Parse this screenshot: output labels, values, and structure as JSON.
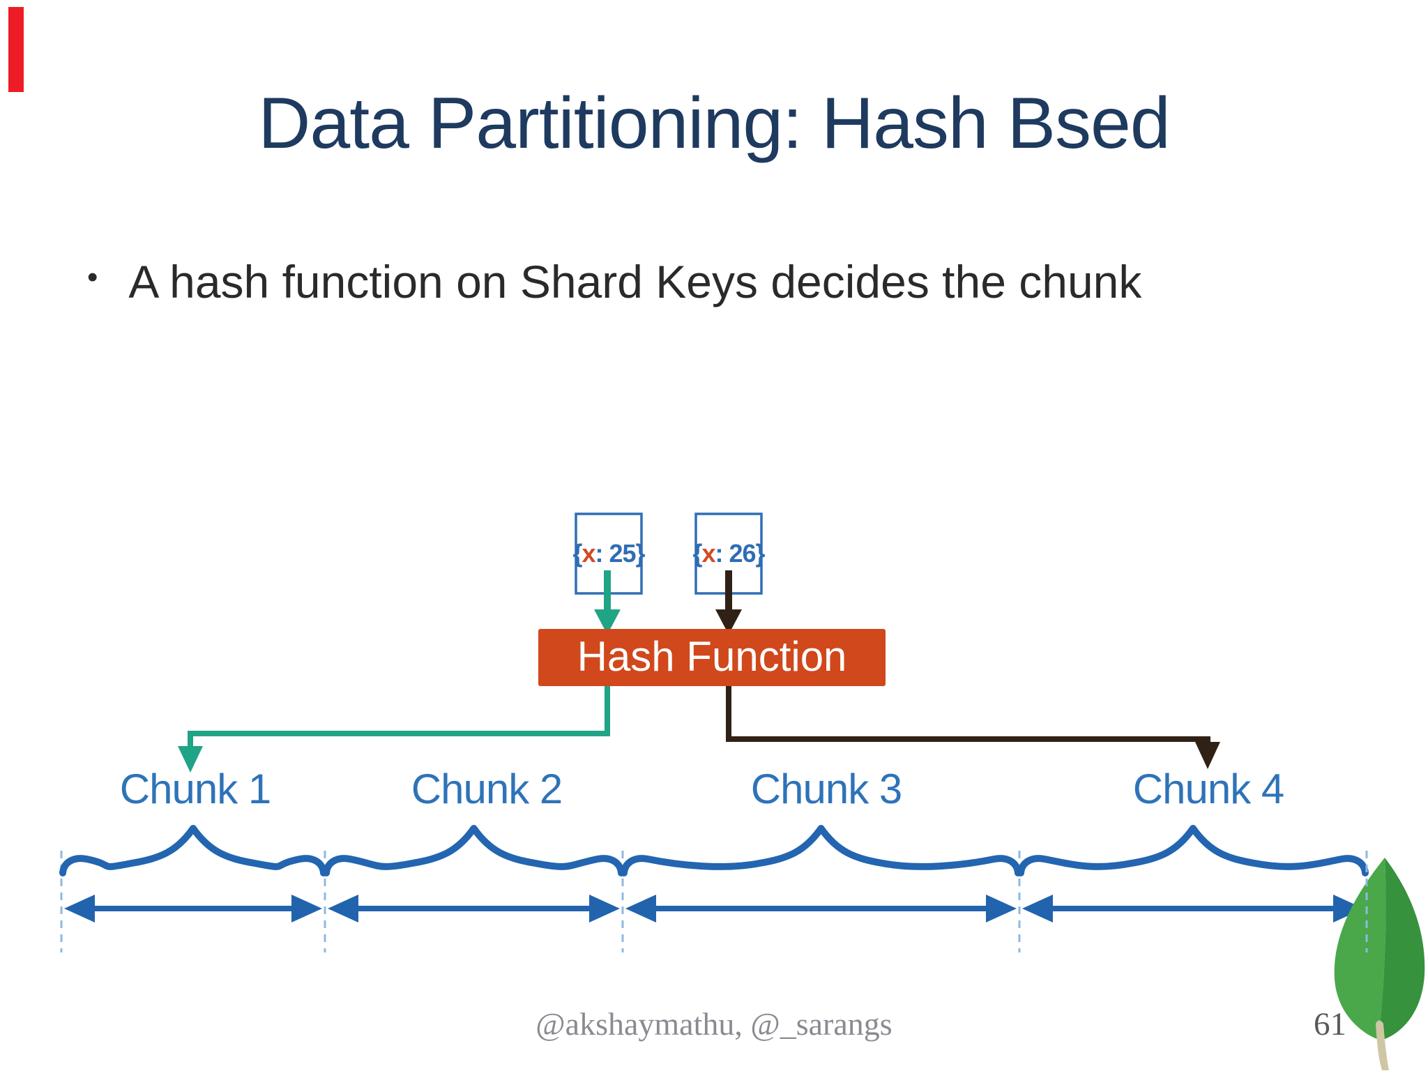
{
  "slide": {
    "title": "Data Partitioning: Hash Bsed",
    "bullet_marker": "•",
    "bullet": "A hash function on Shard Keys decides the chunk",
    "footer": "@akshaymathu, @_sarangs",
    "page_number": "61"
  },
  "diagram": {
    "documents": [
      {
        "open": "{",
        "key": "x",
        "rest": ": 25",
        "close": "}"
      },
      {
        "open": "{",
        "key": "x",
        "rest": ": 26",
        "close": "}"
      }
    ],
    "hash_box_label": "Hash Function",
    "chunks": [
      "Chunk 1",
      "Chunk 2",
      "Chunk 3",
      "Chunk 4"
    ],
    "logo": "mongodb-leaf"
  },
  "colors": {
    "title": "#1e3a5f",
    "body_text": "#2a2a2a",
    "red_marker": "#ee1c25",
    "hash_box": "#d0481c",
    "hash_box_text": "#ffffff",
    "doc_border": "#2f6fb5",
    "doc_text": "#2e6db4",
    "doc_key": "#d14a26",
    "teal_arrow": "#1fa485",
    "dark_arrow": "#2f2115",
    "chunk_label": "#2e73b8",
    "brace": "#2365b0",
    "range_arrow": "#2263ae",
    "dashed_line": "#8fb9e0",
    "leaf_left": "#4aa84b",
    "leaf_right": "#36923c",
    "leaf_stem": "#cfc7a4",
    "footer_text": "#8a8a92",
    "page_number": "#595959"
  }
}
